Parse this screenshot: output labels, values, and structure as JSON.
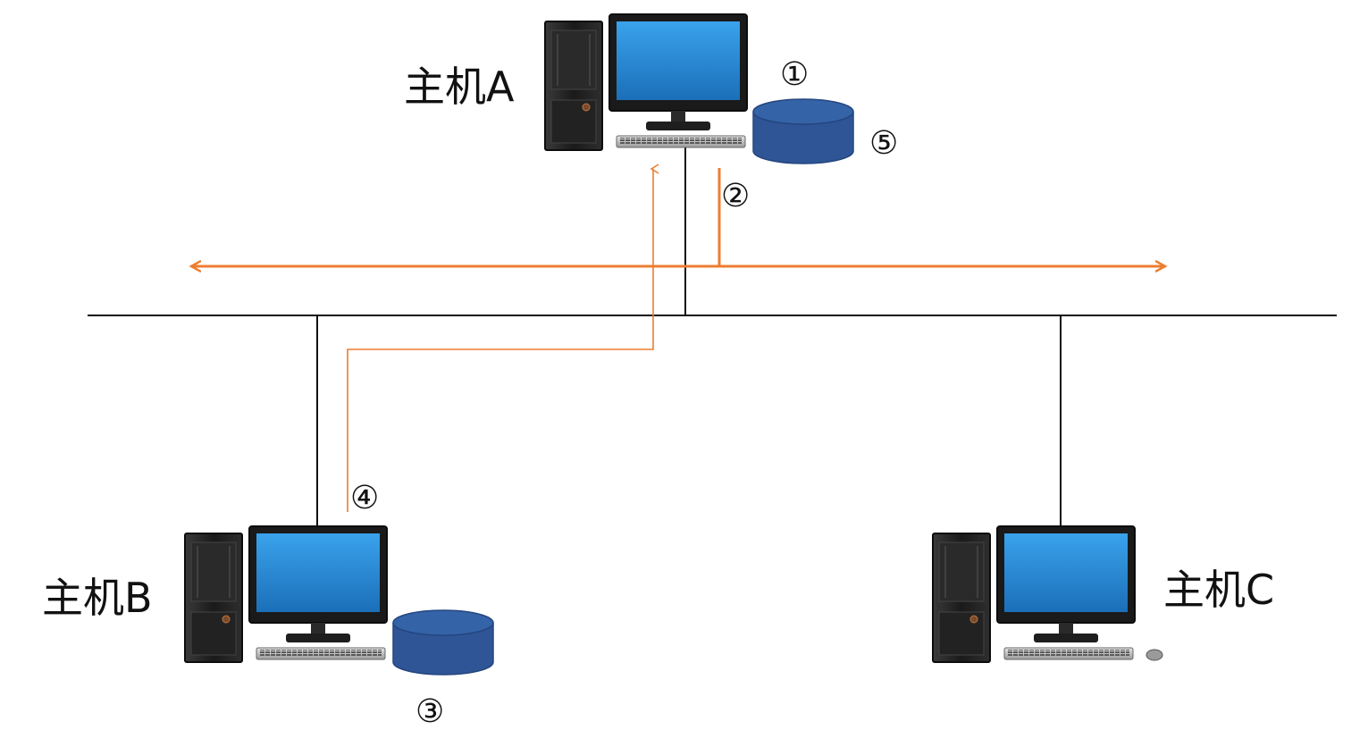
{
  "hosts": {
    "a": {
      "label": "主机A"
    },
    "b": {
      "label": "主机B"
    },
    "c": {
      "label": "主机C"
    }
  },
  "markers": {
    "m1": "①",
    "m2": "②",
    "m3": "③",
    "m4": "④",
    "m5": "⑤"
  },
  "colors": {
    "flow": "#ED7D31",
    "wire": "#111111",
    "screen": "#2E8FDB",
    "cache": "#2F5597",
    "case": "#1E1E1E"
  }
}
